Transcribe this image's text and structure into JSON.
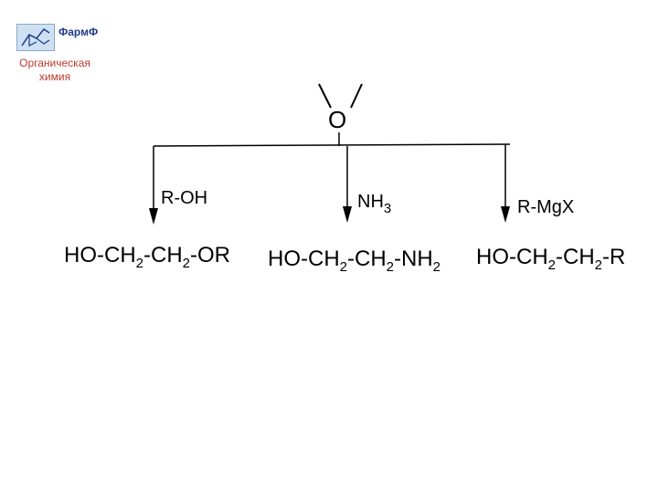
{
  "header": {
    "logo_text": "ФармФ",
    "subtitle_line1": "Органическая",
    "subtitle_line2": "химия"
  },
  "reactant": {
    "oxygen_label": "O"
  },
  "reagents": [
    {
      "main": "R-OH",
      "sub": ""
    },
    {
      "main": "NH",
      "sub": "3"
    },
    {
      "main": "R-MgX",
      "sub": ""
    }
  ],
  "products": [
    {
      "p1": "HO-CH",
      "s1": "2",
      "p2": "-CH",
      "s2": "2",
      "p3": "-OR",
      "s3": ""
    },
    {
      "p1": "HO-CH",
      "s1": "2",
      "p2": "-CH",
      "s2": "2",
      "p3": "-NH",
      "s3": "2"
    },
    {
      "p1": "HO-CH",
      "s1": "2",
      "p2": "-CH",
      "s2": "2",
      "p3": "-R",
      "s3": ""
    }
  ]
}
